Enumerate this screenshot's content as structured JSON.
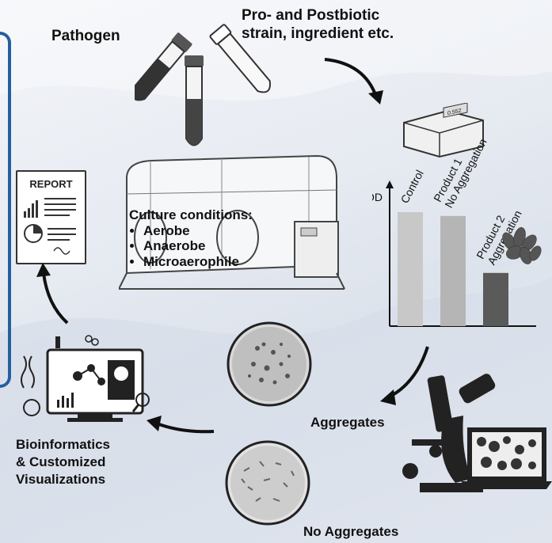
{
  "labels": {
    "pathogen": "Pathogen",
    "probiotic_line1": "Pro- and Postbiotic",
    "probiotic_line2": "strain, ingredient etc.",
    "report": "REPORT",
    "culture_title": "Culture conditions:",
    "culture_items": [
      "Aerobe",
      "Anaerobe",
      "Microaerophile"
    ],
    "aggregates": "Aggregates",
    "no_aggregates": "No Aggregates",
    "bioinfo_line1": "Bioinformatics",
    "bioinfo_line2": "& Customized",
    "bioinfo_line3": "Visualizations",
    "spectro_display": "0.552"
  },
  "chart_data": {
    "type": "bar",
    "ylabel": "OD",
    "categories": [
      "Control",
      "Product 1 No Aggregation",
      "Product 2 Aggregation"
    ],
    "category_lines": [
      [
        "Control"
      ],
      [
        "Product 1",
        "No Aggregation"
      ],
      [
        "Product 2",
        "Aggregation"
      ]
    ],
    "values": [
      0.9,
      0.87,
      0.42
    ],
    "ylim": [
      0,
      1.0
    ],
    "colors": [
      "#c8c8c8",
      "#b5b5b5",
      "#5a5a5a"
    ]
  },
  "colors": {
    "frame_blue": "#245f9e",
    "text": "#111111"
  }
}
